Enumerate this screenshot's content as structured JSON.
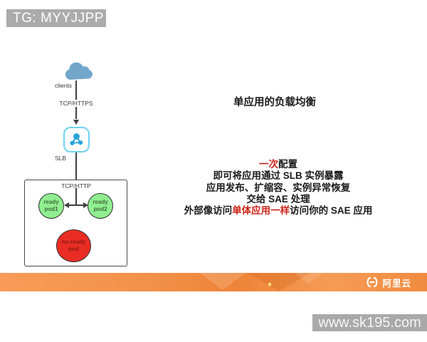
{
  "banner": {
    "text": "TG: MYYJJPP"
  },
  "content": {
    "title": "单应用的负载均衡",
    "line1": {
      "red": "一次",
      "black": "配置"
    },
    "line2": "即可将应用通过 SLB 实例暴露",
    "line3": "应用发布、扩缩容、实例异常恢复",
    "line4": "交给 SAE 处理",
    "line5": {
      "pre": "外部像访问",
      "red": "单体应用一样",
      "post": "访问你的 SAE 应用"
    }
  },
  "diagram": {
    "clients_label": "clients",
    "protocol_top": "TCP/HTTPS",
    "slb_label": "SLB",
    "protocol_inner": "TCP/HTTP",
    "pod1": {
      "line1": "ready",
      "line2": "pod1"
    },
    "pod2": {
      "line1": "ready",
      "line2": "pod2"
    },
    "pod_notready": {
      "line1": "no-ready",
      "line2": "pod"
    }
  },
  "footer": {
    "logo_text": "阿里云",
    "watermark": "www.sk195.com"
  },
  "colors": {
    "banner_bg": "#ababab",
    "accent_red": "#cc2418",
    "cloud_blue": "#72a7cb",
    "slb_border": "#6fd2ef",
    "slb_icon_blue": "#2ba3db",
    "pod_green": "#90ee90",
    "pod_red": "#ea2d24",
    "footer_orange": "#f08a3e",
    "watermark_bg": "#a9a9a9"
  }
}
